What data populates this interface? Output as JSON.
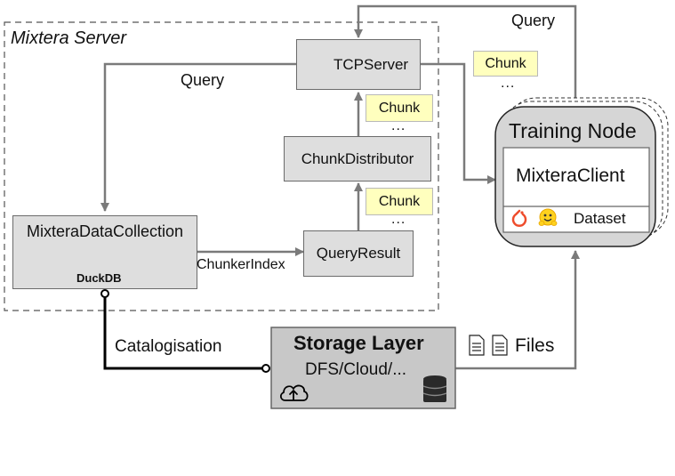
{
  "server": {
    "title": "Mixtera Server"
  },
  "tcp_server": {
    "label": "TCPServer"
  },
  "chunk_distributor": {
    "label": "ChunkDistributor"
  },
  "query_result": {
    "label": "QueryResult"
  },
  "data_collection": {
    "label": "MixteraDataCollection",
    "db_label": "DuckDB"
  },
  "edges": {
    "query_top": "Query",
    "query_inner": "Query",
    "chunker_index": "ChunkerIndex",
    "catalogisation": "Catalogisation",
    "files": "Files"
  },
  "chunks": {
    "label": "Chunk",
    "ellipsis": "..."
  },
  "training_node": {
    "title": "Training Node",
    "client": "MixteraClient",
    "dataset": "Dataset"
  },
  "storage": {
    "title": "Storage Layer",
    "subtitle": "DFS/Cloud/..."
  },
  "colors": {
    "box_fill": "#dedede",
    "chunk_fill": "#ffffbe",
    "arrow": "#7a7a7a",
    "storage_fill": "#c8c8c8"
  }
}
